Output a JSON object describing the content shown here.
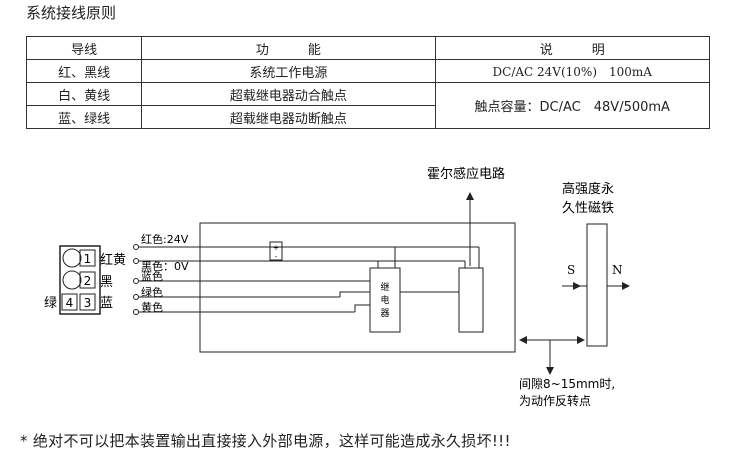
{
  "title": "系统接线原则",
  "table": {
    "headers": [
      "导线",
      "功　　　能",
      "说　　　明"
    ],
    "rows": [
      {
        "wire": "红、黑线",
        "function": "系统工作电源",
        "note": "DC/AC 24V(10%)　100mA"
      },
      {
        "wire": "白、黄线",
        "function": "超载继电器动合触点",
        "note": "触点容量：DC/AC　48V/500mA"
      },
      {
        "wire": "蓝、绿线",
        "function": "超载继电器动断触点"
      }
    ]
  },
  "diagram": {
    "hall_label": "霍尔感应电路",
    "magnet_label_1": "高强度永",
    "magnet_label_2": "久性磁铁",
    "pole_s": "S",
    "pole_n": "N",
    "relay_label_1": "继",
    "relay_label_2": "电",
    "relay_label_3": "器",
    "gap_label_1": "间隙8~15mm时,",
    "gap_label_2": "为动作反转点",
    "wire_red": "红色:24V",
    "wire_black": "黑色：0V",
    "wire_blue": "蓝色",
    "wire_green": "绿色",
    "wire_yellow": "黄色",
    "conn_label_red_yellow": "红黄",
    "conn_label_black": "黑",
    "conn_label_green": "绿",
    "conn_label_blue": "蓝",
    "pins": [
      "1",
      "2",
      "3",
      "4"
    ]
  },
  "warning": "* 绝对不可以把本装置输出直接接入外部电源，这样可能造成永久损坏!!!"
}
